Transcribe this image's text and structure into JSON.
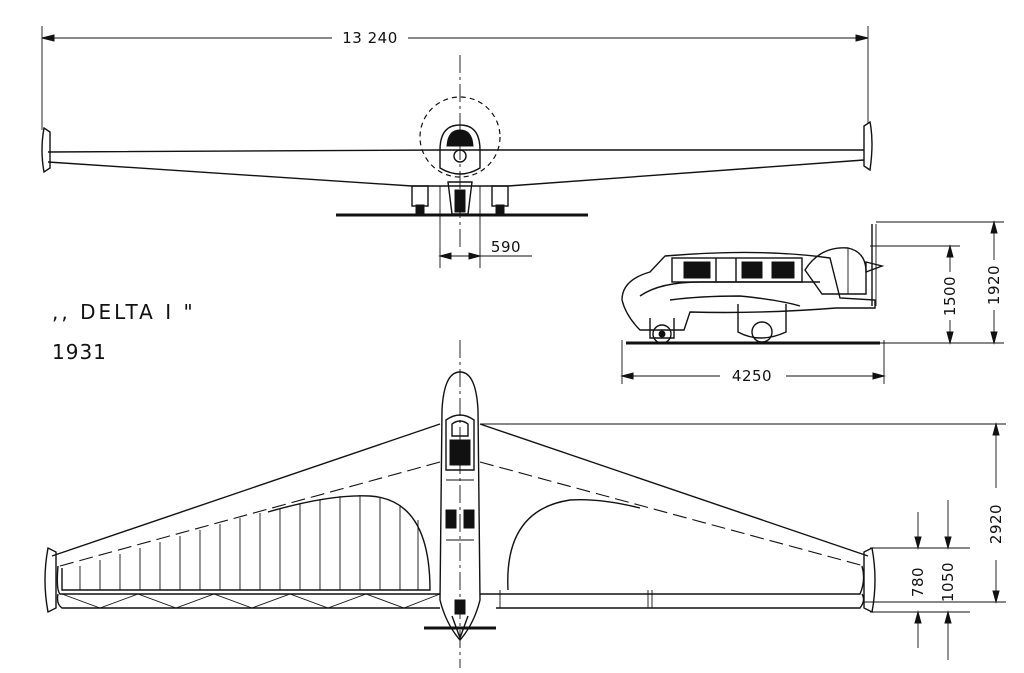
{
  "drawing": {
    "name": ",, DELTA I \"",
    "year": "1931"
  },
  "dimensions": {
    "span": "13 240",
    "track": "590",
    "length": "4250",
    "height_fuselage": "1500",
    "height_total": "1920",
    "depth_total": "2920",
    "tip_chord_1": "780",
    "tip_chord_2": "1050"
  }
}
